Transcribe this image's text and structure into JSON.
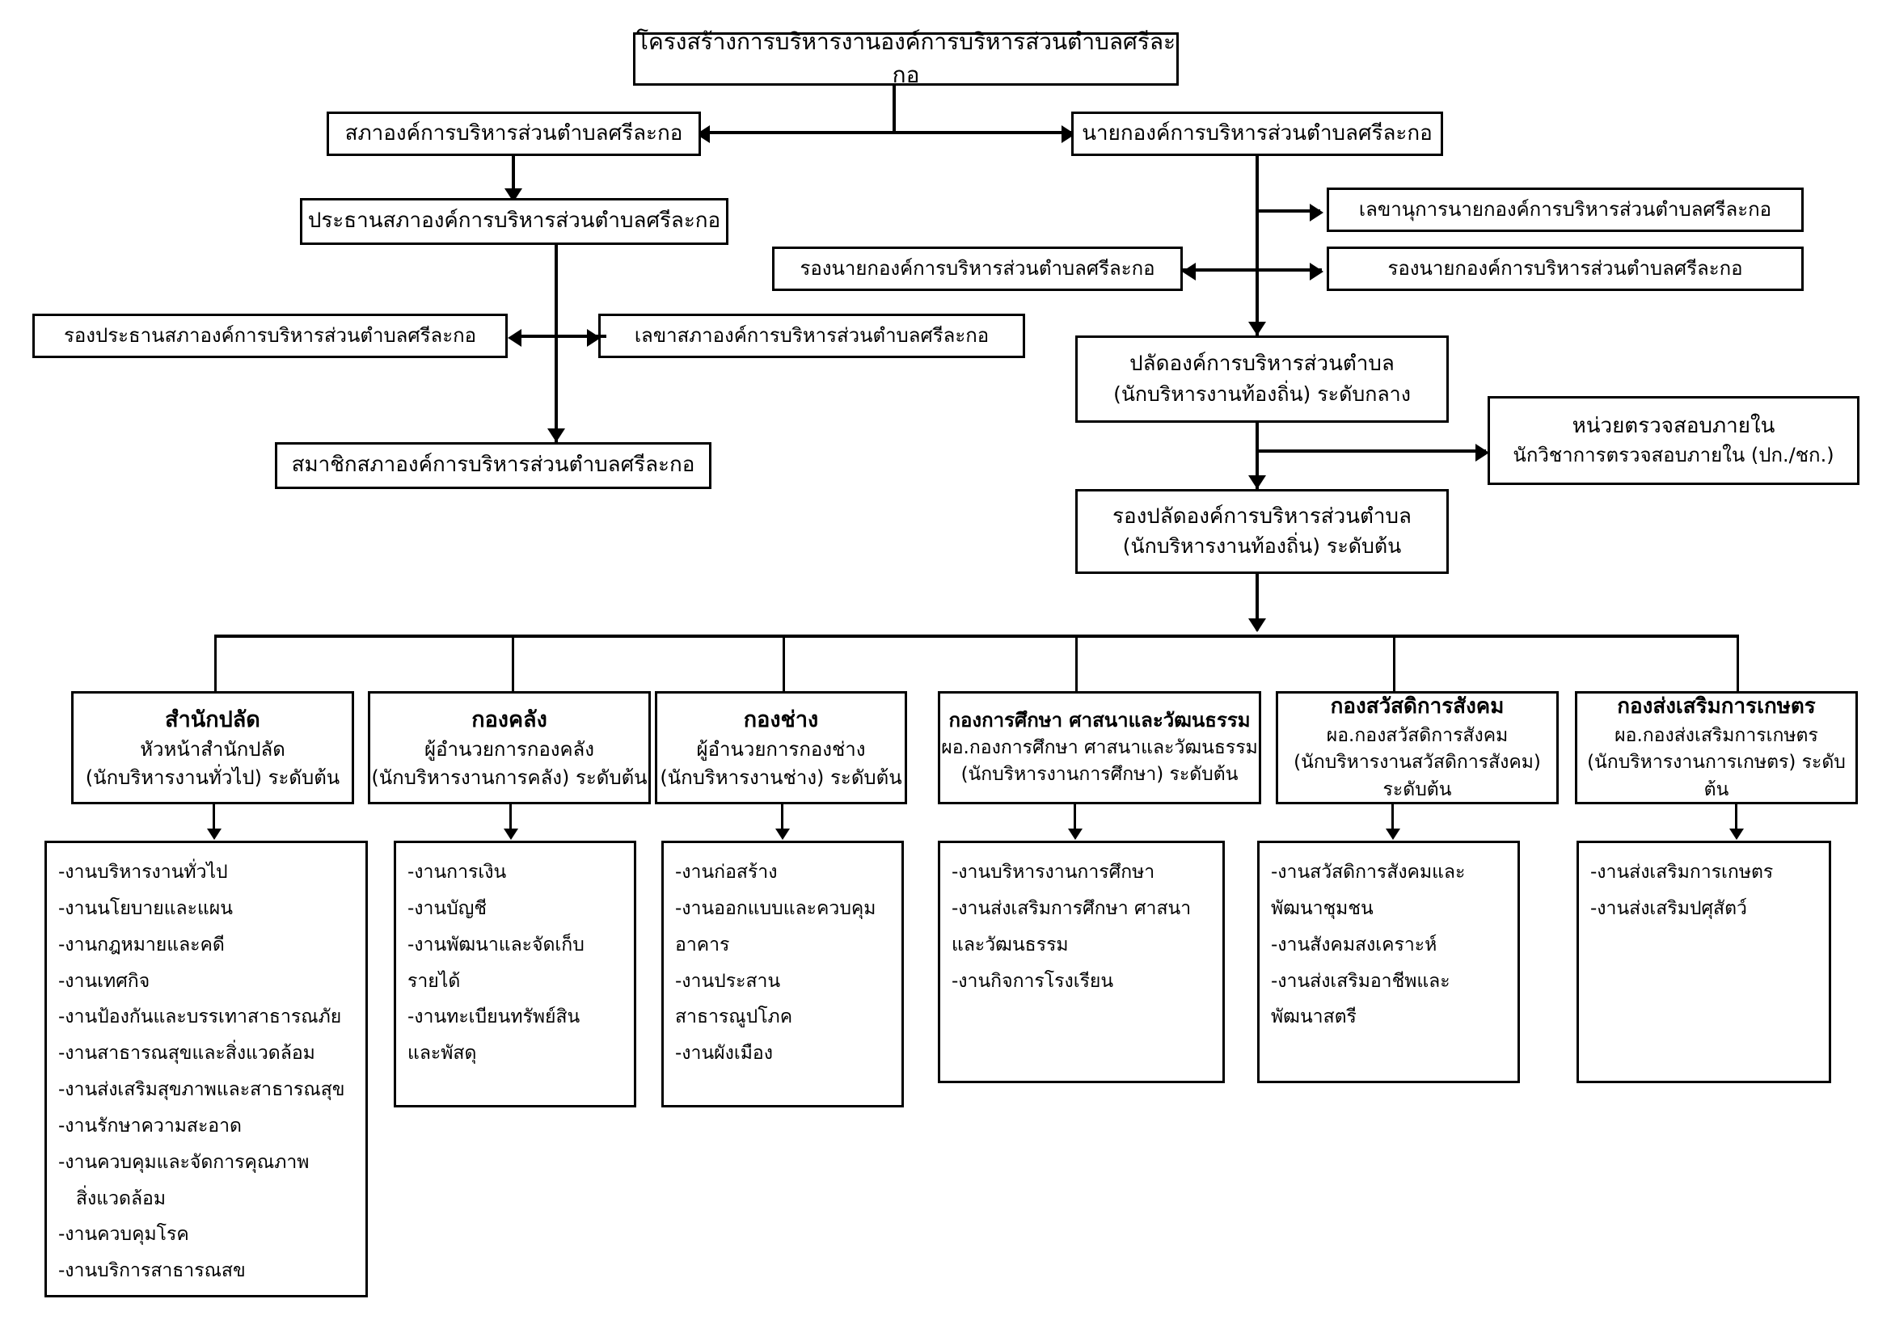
{
  "chart_title": "โครงสร้างการบริหารงานองค์การบริหารส่วนตำบลศรีละกอ",
  "nodes": {
    "root": {
      "line1": "โครงสร้างการบริหารงานองค์การบริหารส่วนตำบลศรีละกอ"
    },
    "council": {
      "line1": "สภาองค์การบริหารส่วนตำบลศรีละกอ"
    },
    "mayor": {
      "line1": "นายกองค์การบริหารส่วนตำบลศรีละกอ"
    },
    "council_chair": {
      "line1": "ประธานสภาองค์การบริหารส่วนตำบลศรีละกอ"
    },
    "mayor_secretary": {
      "line1": "เลขานุการนายกองค์การบริหารส่วนตำบลศรีละกอ"
    },
    "deputy_mayor_left": {
      "line1": "รองนายกองค์การบริหารส่วนตำบลศรีละกอ"
    },
    "deputy_mayor_right": {
      "line1": "รองนายกองค์การบริหารส่วนตำบลศรีละกอ"
    },
    "council_vice_chair": {
      "line1": "รองประธานสภาองค์การบริหารส่วนตำบลศรีละกอ"
    },
    "council_secretary": {
      "line1": "เลขาสภาองค์การบริหารส่วนตำบลศรีละกอ"
    },
    "council_members": {
      "line1": "สมาชิกสภาองค์การบริหารส่วนตำบลศรีละกอ"
    },
    "clerk": {
      "line1": "ปลัดองค์การบริหารส่วนตำบล",
      "line2": "(นักบริหารงานท้องถิ่น) ระดับกลาง"
    },
    "internal_audit": {
      "line1": "หน่วยตรวจสอบภายใน",
      "line2": "นักวิชาการตรวจสอบภายใน  (ปก./ชก.)"
    },
    "deputy_clerk": {
      "line1": "รองปลัดองค์การบริหารส่วนตำบล",
      "line2": "(นักบริหารงานท้องถิ่น) ระดับต้น"
    }
  },
  "divisions": [
    {
      "name": "สำนักปลัด",
      "head": "หัวหน้าสำนักปลัด",
      "rank": "(นักบริหารงานทั่วไป) ระดับต้น",
      "tasks": [
        {
          "text": "-งานบริหารงานทั่วไป",
          "indent": false
        },
        {
          "text": "-งานนโยบายและแผน",
          "indent": false
        },
        {
          "text": "-งานกฎหมายและคดี",
          "indent": false
        },
        {
          "text": "-งานเทศกิจ",
          "indent": false
        },
        {
          "text": "-งานป้องกันและบรรเทาสาธารณภัย",
          "indent": false
        },
        {
          "text": "-งานสาธารณสุขและสิ่งแวดล้อม",
          "indent": false
        },
        {
          "text": "-งานส่งเสริมสุขภาพและสาธารณสุข",
          "indent": false
        },
        {
          "text": "-งานรักษาความสะอาด",
          "indent": false
        },
        {
          "text": "-งานควบคุมและจัดการคุณภาพ",
          "indent": false
        },
        {
          "text": "สิ่งแวดล้อม",
          "indent": true
        },
        {
          "text": "-งานควบคุมโรค",
          "indent": false
        },
        {
          "text": "-งานบริการสาธารณสข",
          "indent": false
        }
      ]
    },
    {
      "name": "กองคลัง",
      "head": "ผู้อำนวยการกองคลัง",
      "rank": "(นักบริหารงานการคลัง) ระดับต้น",
      "tasks": [
        {
          "text": "-งานการเงิน",
          "indent": false
        },
        {
          "text": "-งานบัญชี",
          "indent": false
        },
        {
          "text": "-งานพัฒนาและจัดเก็บ",
          "indent": false
        },
        {
          "text": "รายได้",
          "indent": false
        },
        {
          "text": "-งานทะเบียนทรัพย์สิน",
          "indent": false
        },
        {
          "text": "และพัสดุ",
          "indent": false
        }
      ]
    },
    {
      "name": "กองช่าง",
      "head": "ผู้อำนวยการกองช่าง",
      "rank": "(นักบริหารงานช่าง) ระดับต้น",
      "tasks": [
        {
          "text": "-งานก่อสร้าง",
          "indent": false
        },
        {
          "text": "-งานออกแบบและควบคุม",
          "indent": false
        },
        {
          "text": "อาคาร",
          "indent": false
        },
        {
          "text": "-งานประสานสาธารณูปโภค",
          "indent": false
        },
        {
          "text": "-งานผังเมือง",
          "indent": false
        }
      ]
    },
    {
      "name": "กองการศึกษา ศาสนาและวัฒนธรรม",
      "head": "ผอ.กองการศึกษา ศาสนาและวัฒนธรรม",
      "rank": "(นักบริหารงานการศึกษา) ระดับต้น",
      "tasks": [
        {
          "text": "-งานบริหารงานการศึกษา",
          "indent": false
        },
        {
          "text": "-งานส่งเสริมการศึกษา ศาสนา",
          "indent": false
        },
        {
          "text": "และวัฒนธรรม",
          "indent": false
        },
        {
          "text": "-งานกิจการโรงเรียน",
          "indent": false
        }
      ]
    },
    {
      "name": "กองสวัสดิการสังคม",
      "head": "ผอ.กองสวัสดิการสังคม",
      "rank": "(นักบริหารงานสวัสดิการสังคม) ระดับต้น",
      "tasks": [
        {
          "text": "-งานสวัสดิการสังคมและ",
          "indent": false
        },
        {
          "text": "พัฒนาชุมชน",
          "indent": false
        },
        {
          "text": "-งานสังคมสงเคราะห์",
          "indent": false
        },
        {
          "text": "-งานส่งเสริมอาชีพและ",
          "indent": false
        },
        {
          "text": "พัฒนาสตรี",
          "indent": false
        }
      ]
    },
    {
      "name": "กองส่งเสริมการเกษตร",
      "head": "ผอ.กองส่งเสริมการเกษตร",
      "rank": "(นักบริหารงานการเกษตร) ระดับต้น",
      "tasks": [
        {
          "text": "-งานส่งเสริมการเกษตร",
          "indent": false
        },
        {
          "text": "-งานส่งเสริมปศุสัตว์",
          "indent": false
        }
      ]
    }
  ],
  "colors": {
    "line": "#000000",
    "box_border": "#000000",
    "background": "#ffffff",
    "text": "#000000"
  }
}
